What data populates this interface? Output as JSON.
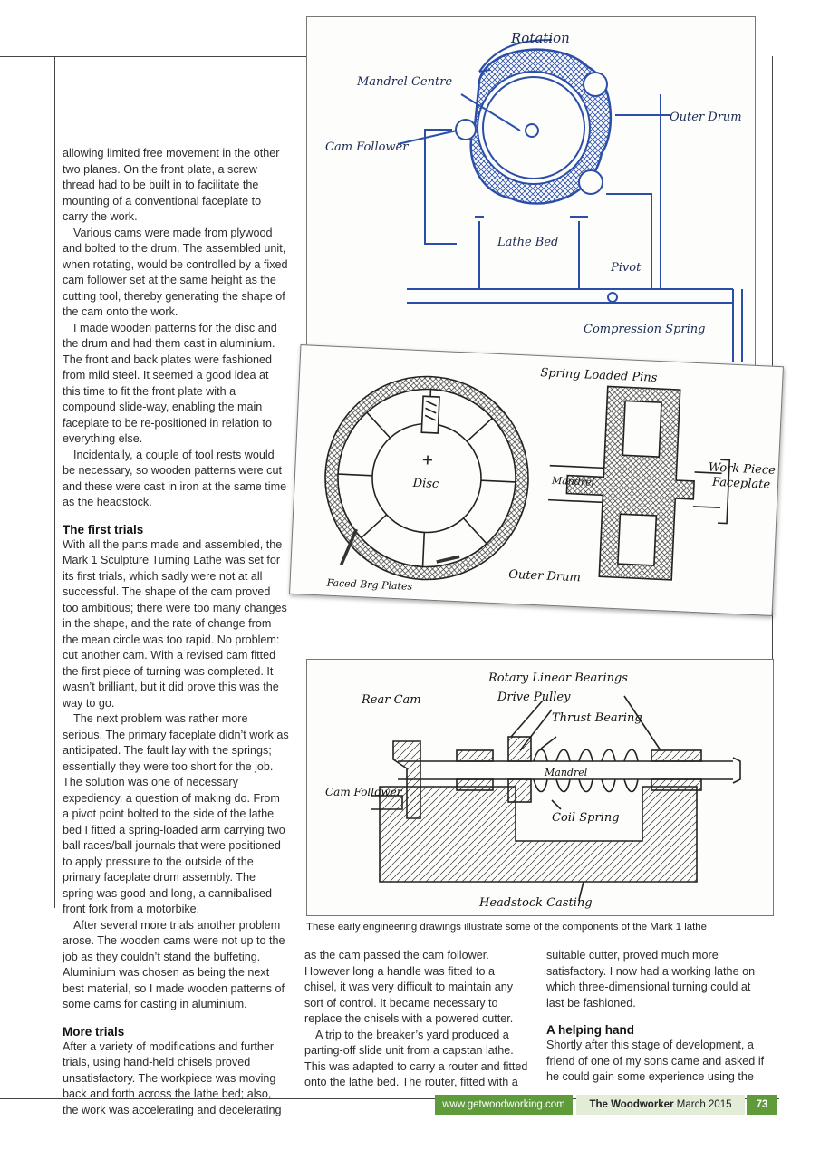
{
  "column1": {
    "p1": "allowing limited free movement in the other two planes. On the front plate, a screw thread had to be built in to facilitate the mounting of a conventional faceplate to carry the work.",
    "p2": "Various cams were made from plywood and bolted to the drum. The assembled unit, when rotating, would be controlled by a fixed cam follower set at the same height as the cutting tool, thereby generating the shape of the cam onto the work.",
    "p3": "I made wooden patterns for the disc and the drum and had them cast in aluminium. The front and back plates were fashioned from mild steel. It seemed a good idea at this time to fit the front plate with a compound slide-way, enabling the main faceplate to be re-positioned in relation to everything else.",
    "p4": "Incidentally, a couple of tool rests would be necessary, so wooden patterns were cut and these were cast in iron at the same time as the headstock.",
    "h1": "The first trials",
    "p5": "With all the parts made and assembled, the Mark 1 Sculpture Turning Lathe was set for its first trials, which sadly were not at all successful. The shape of the cam proved too ambitious; there were too many changes in the shape, and the rate of change from the mean circle was too rapid. No problem: cut another cam. With a revised cam fitted the first piece of turning was completed. It wasn’t brilliant, but it did prove this was the way to go.",
    "p6": "The next problem was rather more serious. The primary faceplate didn’t work as anticipated. The fault lay with the springs; essentially they were too short for the job. The solution was one of necessary expediency, a question of making do. From a pivot point bolted to the side of the lathe bed I fitted a spring-loaded arm carrying two ball races/ball journals that were positioned to apply pressure to the outside of the primary faceplate drum assembly. The spring was good and long, a cannibalised front fork from a motorbike.",
    "p7": "After several more trials another problem arose. The wooden cams were not up to the job as they couldn’t stand the buffeting. Aluminium was chosen as being the next best material, so I made wooden patterns of some cams for casting in aluminium.",
    "h2": "More trials",
    "p8": "After a variety of modifications and further trials, using hand-held chisels proved unsatisfactory. The workpiece was moving back and forth across the lathe bed; also, the work was accelerating and decelerating"
  },
  "column2": {
    "p1": "as the cam passed the cam follower. However long a handle was fitted to a chisel, it was very difficult to maintain any sort of control. It became necessary to replace the chisels with a powered cutter.",
    "p2": "A trip to the breaker’s yard produced a parting-off slide unit from a capstan lathe. This was adapted to carry a router and fitted onto the lathe bed. The router, fitted with a"
  },
  "column3": {
    "p1": "suitable cutter, proved much more satisfactory. I now had a working lathe on which three-dimensional turning could at last be fashioned.",
    "h1": "A helping hand",
    "p2": "Shortly after this stage of development, a friend of one of my sons came and asked if he could gain some experience using the"
  },
  "figure1": {
    "rotation": "Rotation",
    "mandrel_centre": "Mandrel Centre",
    "outer_drum": "Outer Drum",
    "cam_follower": "Cam Follower",
    "lathe_bed": "Lathe Bed",
    "pivot": "Pivot",
    "compression_spring": "Compression Spring"
  },
  "figure2": {
    "spring_loaded_pins": "Spring Loaded Pins",
    "work_piece": "Work Piece",
    "faceplate": "Faceplate",
    "mandrel": "Mandrel",
    "disc": "Disc",
    "outer_drum": "Outer Drum",
    "faced_brg_plates": "Faced Brg Plates"
  },
  "figure3": {
    "rotary_linear_bearings": "Rotary Linear Bearings",
    "rear_cam": "Rear Cam",
    "drive_pulley": "Drive Pulley",
    "thrust_bearing": "Thrust Bearing",
    "mandrel": "Mandrel",
    "cam_follower": "Cam Follower",
    "coil_spring": "Coil Spring",
    "headstock_casting": "Headstock Casting"
  },
  "caption": "These early engineering drawings illustrate some of the components of the Mark 1 lathe",
  "footer": {
    "url": "www.getwoodworking.com",
    "magazine_bold": "The Woodworker",
    "issue": "March 2015",
    "page": "73"
  },
  "colors": {
    "footer_green": "#5f9b3b",
    "footer_light": "#e2ecd7",
    "drawing_ink": "#2b4fa8"
  }
}
